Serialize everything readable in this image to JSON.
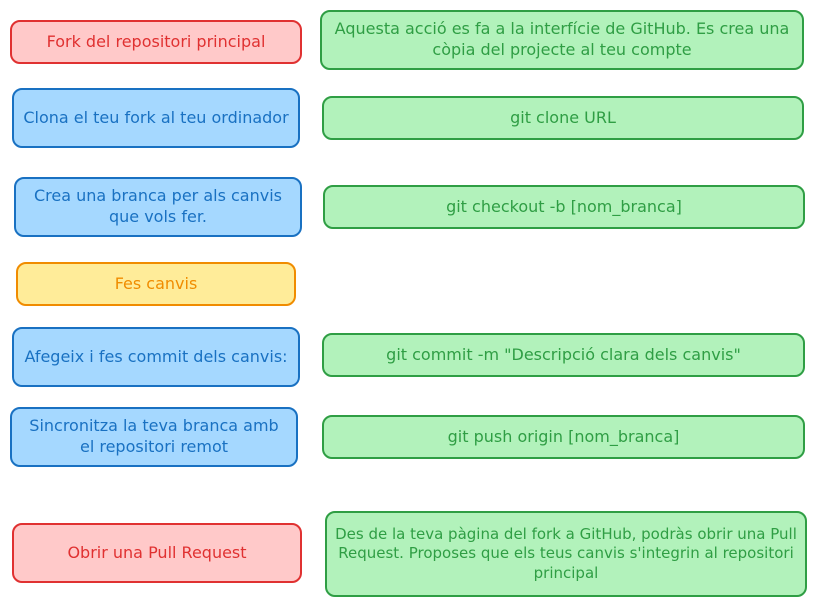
{
  "steps": [
    {
      "label": "Fork del repositori principal",
      "detail": "Aquesta acció es fa a la interfície de GitHub. Es crea una còpia del projecte al teu compte"
    },
    {
      "label": "Clona el teu fork al teu ordinador",
      "detail": "git clone URL"
    },
    {
      "label": "Crea una branca per als canvis que vols fer.",
      "detail": "git checkout -b [nom_branca]"
    },
    {
      "label": "Fes canvis"
    },
    {
      "label": "Afegeix i fes commit dels canvis:",
      "detail": "git commit -m \"Descripció clara dels canvis\""
    },
    {
      "label": "Sincronitza la teva branca amb el repositori remot",
      "detail": "git push origin [nom_branca]"
    },
    {
      "label": "Obrir una Pull Request",
      "detail": "Des de la teva pàgina del fork a GitHub, podràs obrir una Pull Request. Proposes que els teus canvis s'integrin al repositori principal"
    }
  ],
  "colors": {
    "red_fill": "#ffc9c9",
    "red_stroke": "#e03131",
    "blue_fill": "#a5d8ff",
    "blue_stroke": "#1971c2",
    "yellow_fill": "#ffec99",
    "yellow_stroke": "#f08c00",
    "green_fill": "#b2f2bb",
    "green_stroke": "#2f9e44"
  }
}
